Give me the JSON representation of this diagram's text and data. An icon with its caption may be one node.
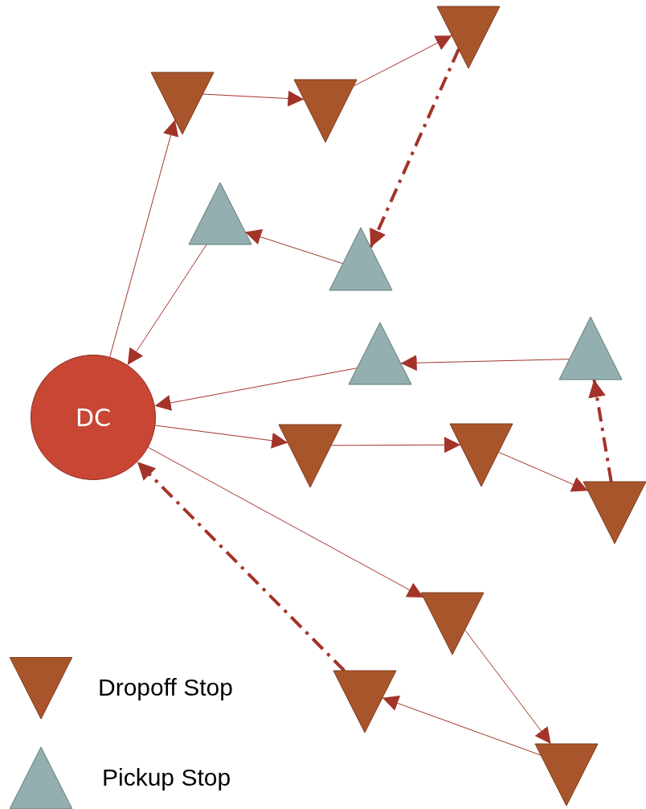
{
  "diagram": {
    "nodes": [
      {
        "text": [
          "DC"
        ]
      },
      {
        "text": [],
        "shape": "triangle"
      },
      {
        "text": [],
        "shape": "triangle"
      },
      {
        "text": [],
        "shape": "triangle"
      },
      {
        "text": [],
        "shape": "triangle"
      },
      {
        "text": [],
        "shape": "triangle"
      },
      {
        "text": [],
        "shape": "triangle"
      },
      {
        "text": [],
        "shape": "triangle"
      },
      {
        "text": [],
        "shape": "triangle"
      },
      {
        "text": [],
        "shape": "triangle"
      },
      {
        "text": [],
        "shape": "triangle"
      },
      {
        "text": [],
        "shape": "triangle"
      },
      {
        "text": [],
        "shape": "triangle"
      },
      {
        "text": [],
        "shape": "triangle"
      }
    ],
    "edges": [
      {
        "from": 0,
        "to": 1,
        "arrow": "to"
      },
      {
        "from": 1,
        "to": 2,
        "arrow": "to"
      },
      {
        "from": 2,
        "to": 3,
        "arrow": "to"
      },
      {
        "from": 3,
        "to": 5,
        "arrow": "to",
        "style": "dashed"
      },
      {
        "from": 5,
        "to": 4,
        "arrow": "to"
      },
      {
        "from": 4,
        "to": 0,
        "arrow": "to"
      },
      {
        "from": 7,
        "to": 6,
        "arrow": "to"
      },
      {
        "from": 6,
        "to": 0,
        "arrow": "to"
      },
      {
        "from": 0,
        "to": 8,
        "arrow": "to"
      },
      {
        "from": 8,
        "to": 9,
        "arrow": "to"
      },
      {
        "from": 9,
        "to": 10,
        "arrow": "to"
      },
      {
        "from": 10,
        "to": 7,
        "arrow": "to",
        "style": "dashed"
      },
      {
        "from": 0,
        "to": 11,
        "arrow": "to"
      },
      {
        "from": 11,
        "to": 13,
        "arrow": "to"
      },
      {
        "from": 13,
        "to": 12,
        "arrow": "to"
      },
      {
        "from": 12,
        "to": 0,
        "arrow": "to",
        "style": "dashed"
      }
    ],
    "legend": [
      {
        "text": "Dropoff Stop"
      },
      {
        "text": "Pickup Stop"
      }
    ]
  }
}
